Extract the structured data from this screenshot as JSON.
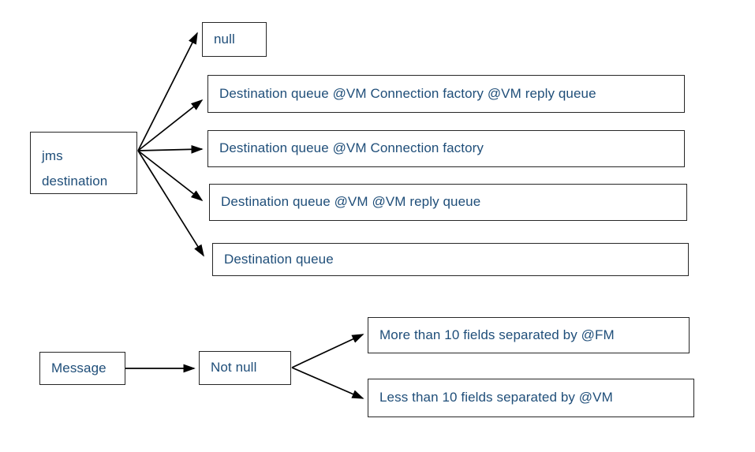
{
  "diagram": {
    "title": "jms destination and message flow",
    "text_color": "#1F4E79",
    "border_color": "#262626",
    "background": "#ffffff",
    "groups": [
      {
        "name": "jms-destination-group",
        "source": {
          "label_line1": "jms",
          "label_line2": "destination"
        },
        "targets": [
          {
            "label": "null"
          },
          {
            "label": "Destination queue @VM Connection factory @VM reply queue"
          },
          {
            "label": "Destination queue @VM Connection factory"
          },
          {
            "label": "Destination queue @VM @VM reply queue"
          },
          {
            "label": "Destination queue"
          }
        ]
      },
      {
        "name": "message-group",
        "source": {
          "label": "Message"
        },
        "middle": {
          "label": "Not null"
        },
        "targets": [
          {
            "label": "More than 10 fields separated by @FM"
          },
          {
            "label": "Less than 10 fields separated by @VM"
          }
        ]
      }
    ]
  }
}
